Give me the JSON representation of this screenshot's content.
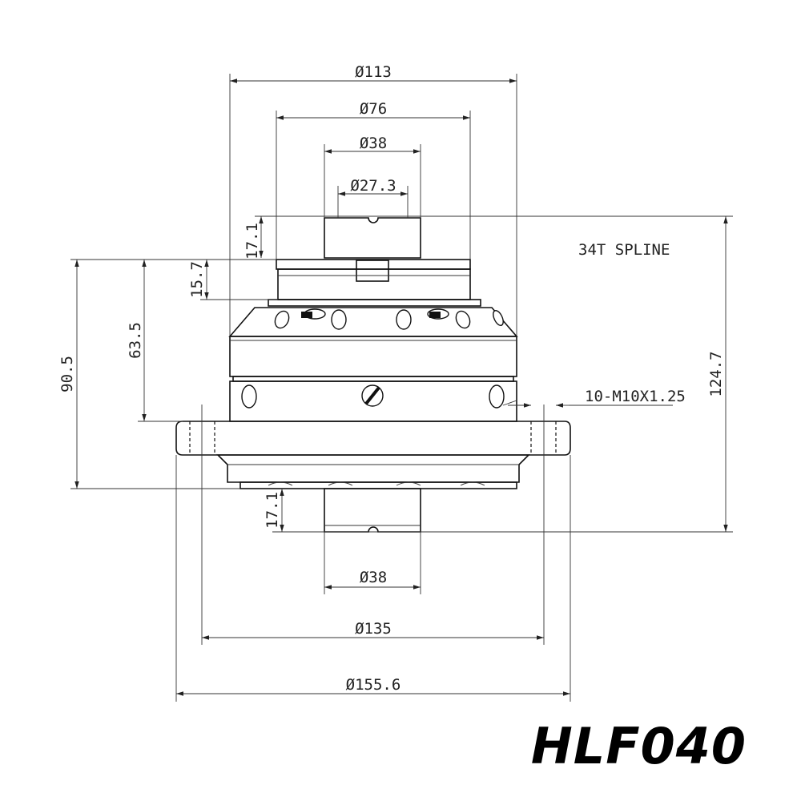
{
  "model": "HLF040",
  "dimensions": {
    "d113": "Ø113",
    "d76": "Ø76",
    "d38_top": "Ø38",
    "d27_3": "Ø27.3",
    "h17_1_top": "17.1",
    "h15_7": "15.7",
    "h63_5": "63.5",
    "h90_5": "90.5",
    "h124_7": "124.7",
    "h17_1_bottom": "17.1",
    "d38_bottom": "Ø38",
    "d135": "Ø135",
    "d155_6": "Ø155.6"
  },
  "notes": {
    "spline": "34T SPLINE",
    "bolts": "10-M10X1.25"
  }
}
